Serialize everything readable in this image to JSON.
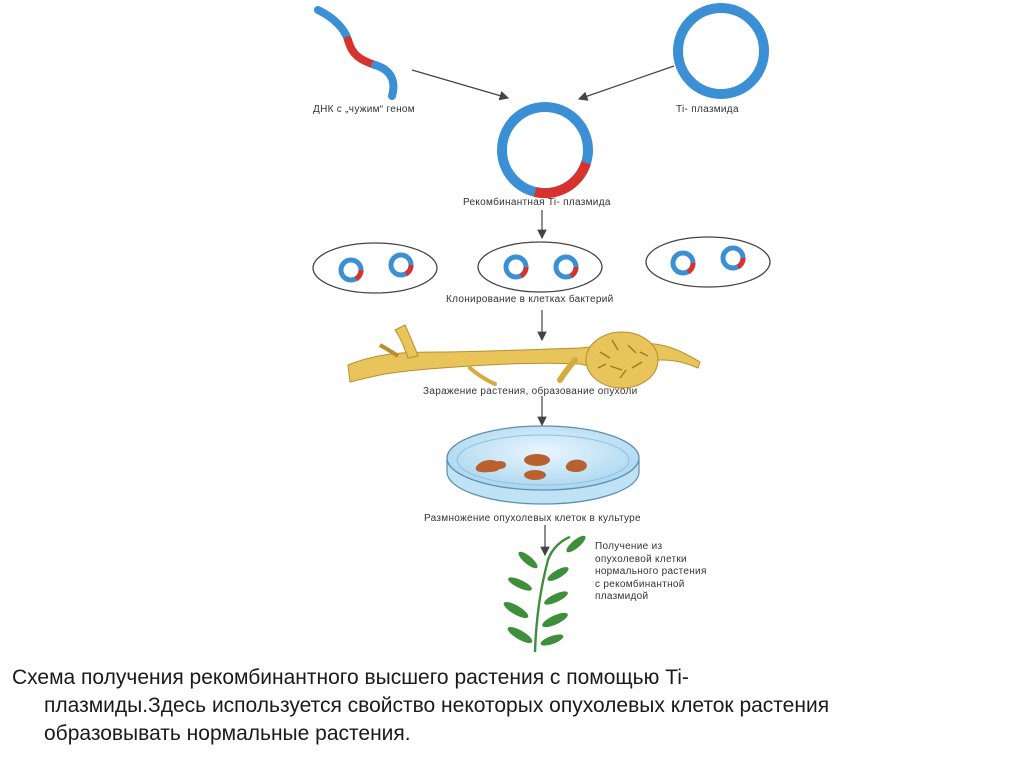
{
  "labels": {
    "foreign_dna": "ДНК с „чужим“ геном",
    "ti_plasmid": "Ti- плазмида",
    "recombinant_plasmid": "Рекомбинантная  Ti- плазмида",
    "cloning": "Клонирование  в  клетках  бактерий",
    "infection": "Заражение  растения, образование  опухоли",
    "propagation": "Размножение  опухолевых  клеток  в  культуре",
    "regeneration_lines": [
      "Получение  из",
      "опухолевой  клетки",
      "нормального  растения",
      "с  рекомбинантной",
      "плазмидой"
    ]
  },
  "caption": {
    "line1": "Схема получения рекомбинантного высшего растения с помощью Ti-",
    "line2": "плазмиды.Здесь используется свойство некоторых опухолевых клеток растения",
    "line3": "образовывать нормальные растения."
  },
  "colors": {
    "dna_blue": "#3b8fd4",
    "insert_red": "#d8322e",
    "plant_yellow": "#e8c45a",
    "leaf_green": "#3f8f3a",
    "tumor_cell": "#b8602e",
    "dish_blue": "#cfe9f7"
  }
}
